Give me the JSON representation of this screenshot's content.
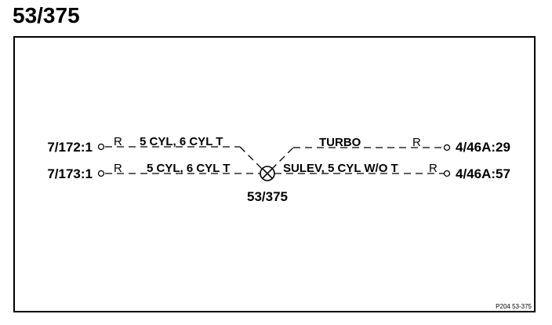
{
  "title": "53/375",
  "connectors": {
    "left_top": "7/172:1",
    "left_bottom": "7/173:1",
    "right_top": "4/46A:29",
    "right_bottom": "4/46A:57"
  },
  "splice": {
    "label": "53/375"
  },
  "wires": {
    "top_left_color": "R",
    "top_left_desc": "5 CYL, 6 CYL T",
    "bottom_left_color": "R",
    "bottom_left_desc": "5 CYL, 6 CYL T",
    "top_right_desc": "TURBO",
    "top_right_color": "R",
    "bottom_right_desc": "SULEV, 5 CYL W/O T",
    "bottom_right_color": "R"
  },
  "footer_code": "P204  53-375"
}
